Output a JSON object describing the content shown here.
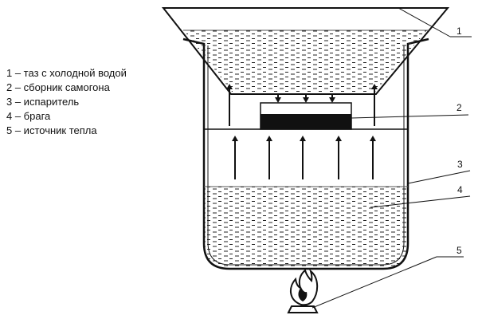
{
  "legend": {
    "items": [
      "1 – таз с холодной водой",
      "2 – сборник самогона",
      "3 – испаритель",
      "4 – брага",
      "5 – источник тепла"
    ]
  },
  "callouts": {
    "c1": "1",
    "c2": "2",
    "c3": "3",
    "c4": "4",
    "c5": "5"
  },
  "colors": {
    "line": "#111111",
    "collector_fill": "#111111",
    "background": "#ffffff"
  }
}
